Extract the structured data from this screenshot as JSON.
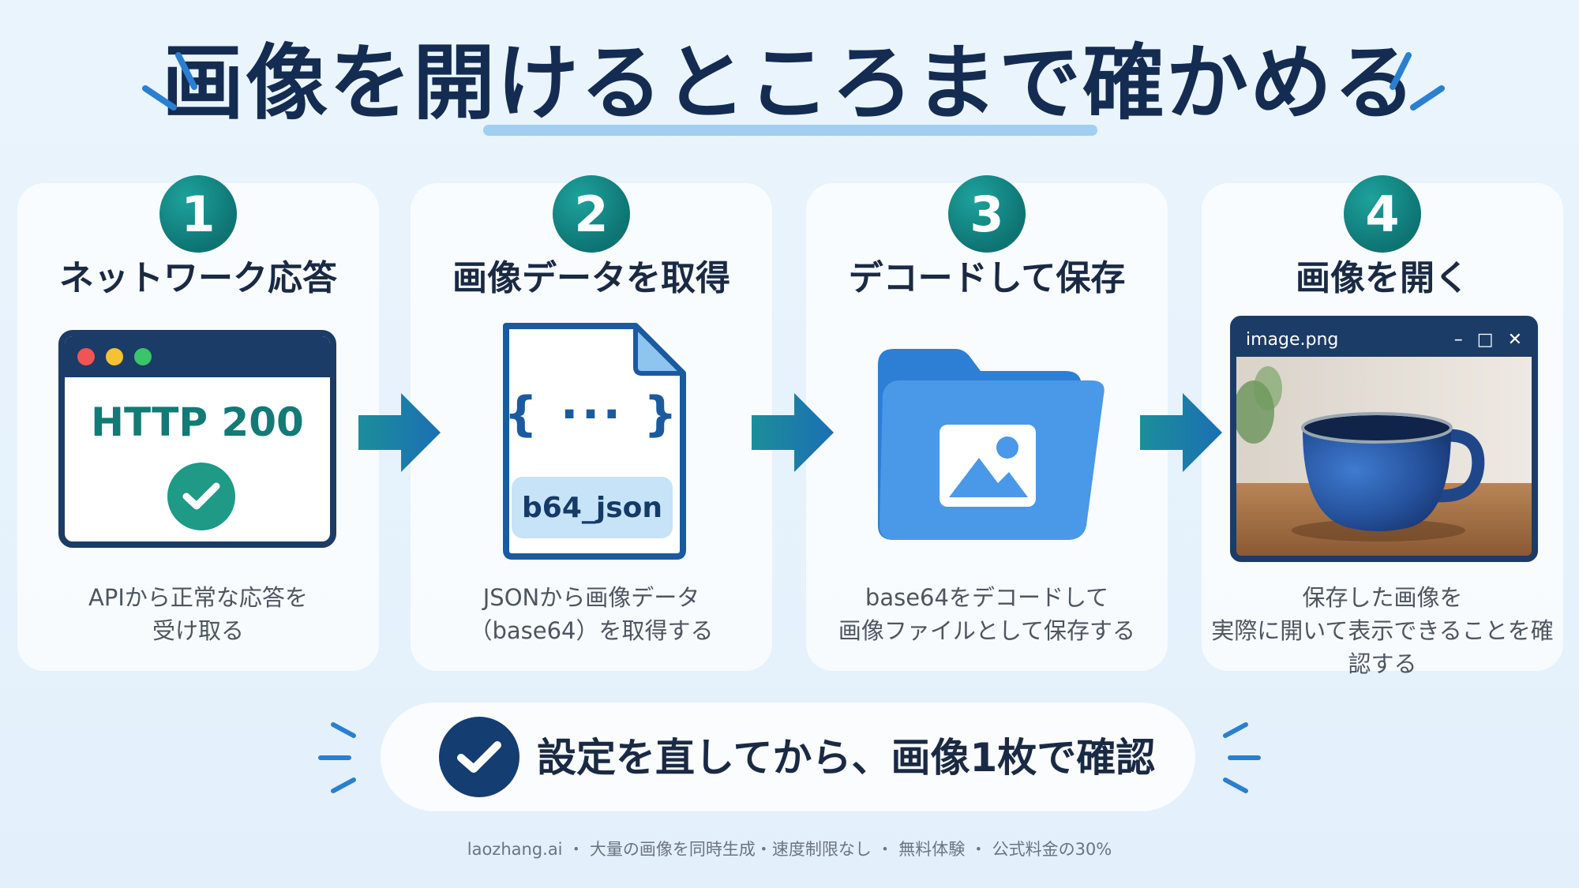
{
  "title": "画像を開けるところまで確かめる",
  "steps": [
    {
      "number": "1",
      "title": "ネットワーク応答",
      "desc_line1": "APIから正常な応答を",
      "desc_line2": "受け取る"
    },
    {
      "number": "2",
      "title": "画像データを取得",
      "desc_line1": "JSONから画像データ",
      "desc_line2": "（base64）を取得する"
    },
    {
      "number": "3",
      "title": "デコードして保存",
      "desc_line1": "base64をデコードして",
      "desc_line2": "画像ファイルとして保存する"
    },
    {
      "number": "4",
      "title": "画像を開く",
      "desc_line1": "保存した画像を",
      "desc_line2": "実際に開いて表示できることを確認する"
    }
  ],
  "browser": {
    "status": "HTTP 200"
  },
  "document": {
    "braces": "{ ··· }",
    "label": "b64_json"
  },
  "window": {
    "filename": "image.png",
    "minimize": "–",
    "maximize": "□",
    "close": "✕"
  },
  "callout": "設定を直してから、画像1枚で確認",
  "footer": "laozhang.ai ・ 大量の画像を同時生成・速度制限なし ・ 無料体験 ・ 公式料金の30%",
  "colors": {
    "teal": "#0e7473",
    "navy": "#1b3c66",
    "folder": "#3b8de0",
    "accent_line": "#8ec5ef"
  },
  "icons": [
    "check-icon",
    "document-icon",
    "folder-image-icon",
    "arrow-right-icon"
  ]
}
